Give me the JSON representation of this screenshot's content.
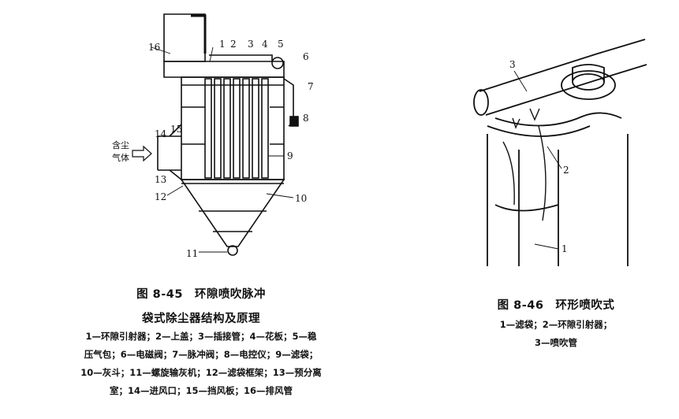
{
  "figure_45": {
    "title_line1": "图 8-45　环隙喷吹脉冲",
    "title_line2": "袋式除尘器结构及原理",
    "legend": [
      "1—环隙引射器；2—上盖；3—插接管；4—花板；5—稳",
      "压气包；6—电磁阀；7—脉冲阀；8—电控仪；9—滤袋；",
      "10—灰斗；11—螺旋输灰机；12—滤袋框架；13—预分离",
      "室；14—进风口；15—挡风板；16—排风管"
    ],
    "inlet_label_1": "含尘",
    "inlet_label_2": "气体",
    "part_numbers": [
      "1",
      "2",
      "3",
      "4",
      "5",
      "6",
      "7",
      "8",
      "9",
      "10",
      "11",
      "12",
      "13",
      "14",
      "15",
      "16"
    ]
  },
  "figure_46": {
    "title": "图 8-46　环形喷吹式",
    "legend_line1": "1—滤袋；2—环隙引射器；",
    "legend_line2": "3—喷吹管",
    "part_numbers": [
      "1",
      "2",
      "3"
    ]
  }
}
